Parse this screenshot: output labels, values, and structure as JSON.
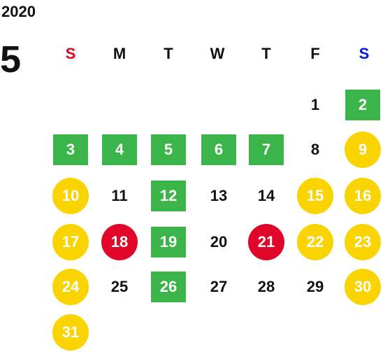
{
  "calendar": {
    "year": "2020",
    "month": "5",
    "weekdays": [
      {
        "label": "S",
        "color": "#e8001c"
      },
      {
        "label": "M",
        "color": "#111111"
      },
      {
        "label": "T",
        "color": "#111111"
      },
      {
        "label": "W",
        "color": "#111111"
      },
      {
        "label": "T",
        "color": "#111111"
      },
      {
        "label": "F",
        "color": "#111111"
      },
      {
        "label": "S",
        "color": "#0018d8"
      }
    ],
    "colors": {
      "green": "#3bb44a",
      "yellow": "#f9d400",
      "red": "#e0062a"
    },
    "weeks": [
      [
        null,
        null,
        null,
        null,
        null,
        {
          "day": "1",
          "style": "plain"
        },
        {
          "day": "2",
          "style": "green"
        }
      ],
      [
        {
          "day": "3",
          "style": "green"
        },
        {
          "day": "4",
          "style": "green"
        },
        {
          "day": "5",
          "style": "green"
        },
        {
          "day": "6",
          "style": "green"
        },
        {
          "day": "7",
          "style": "green"
        },
        {
          "day": "8",
          "style": "plain"
        },
        {
          "day": "9",
          "style": "yellow"
        }
      ],
      [
        {
          "day": "10",
          "style": "yellow"
        },
        {
          "day": "11",
          "style": "plain"
        },
        {
          "day": "12",
          "style": "green"
        },
        {
          "day": "13",
          "style": "plain"
        },
        {
          "day": "14",
          "style": "plain"
        },
        {
          "day": "15",
          "style": "yellow"
        },
        {
          "day": "16",
          "style": "yellow"
        }
      ],
      [
        {
          "day": "17",
          "style": "yellow"
        },
        {
          "day": "18",
          "style": "red"
        },
        {
          "day": "19",
          "style": "green"
        },
        {
          "day": "20",
          "style": "plain"
        },
        {
          "day": "21",
          "style": "red"
        },
        {
          "day": "22",
          "style": "yellow"
        },
        {
          "day": "23",
          "style": "yellow"
        }
      ],
      [
        {
          "day": "24",
          "style": "yellow"
        },
        {
          "day": "25",
          "style": "plain"
        },
        {
          "day": "26",
          "style": "green"
        },
        {
          "day": "27",
          "style": "plain"
        },
        {
          "day": "28",
          "style": "plain"
        },
        {
          "day": "29",
          "style": "plain"
        },
        {
          "day": "30",
          "style": "yellow"
        }
      ],
      [
        {
          "day": "31",
          "style": "yellow"
        },
        null,
        null,
        null,
        null,
        null,
        null
      ]
    ]
  }
}
